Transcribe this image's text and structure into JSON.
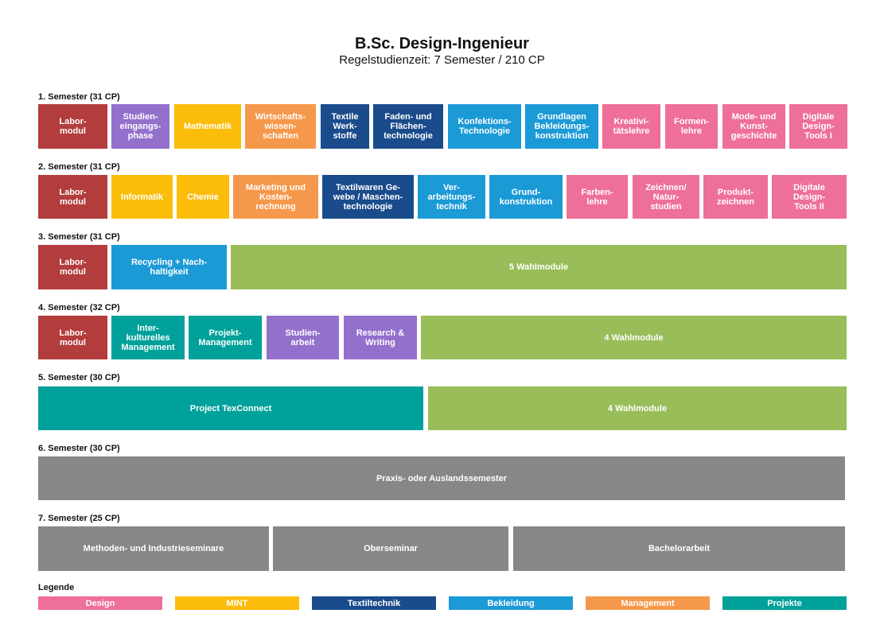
{
  "header": {
    "title": "B.Sc. Design-Ingenieur",
    "subtitle": "Regelstudienzeit: 7 Semester / 210 CP"
  },
  "colors": {
    "labor": "#b33c3c",
    "studienarbeit": "#9370cc",
    "design": "#ee6f9a",
    "mint": "#fbbd0a",
    "textiltechnik": "#1a4b8b",
    "bekleidung": "#1c9ad6",
    "management": "#f5984b",
    "projekte": "#00a19a",
    "wahlmodule": "#99bd59",
    "praxis": "#878787"
  },
  "semesters": [
    {
      "label": "1. Semester (31 CP)",
      "modules": [
        "Labor-\nmodul",
        "Studien-\neingangs-\nphase",
        "Mathematik",
        "Wirtschafts-\nwissen-\nschaften",
        "Textile\nWerk-\nstoffe",
        "Faden- und\nFlächen-\ntechnologie",
        "Konfektions-\nTechnologie",
        "Grundlagen\nBekleidungs-\nkonstruktion",
        "Kreativi-\ntätslehre",
        "Formen-\nlehre",
        "Mode- und\nKunst-\ngeschichte",
        "Digitale\nDesign-\nTools I"
      ]
    },
    {
      "label": "2. Semester (31 CP)",
      "modules": [
        "Labor-\nmodul",
        "Informatik",
        "Chemie",
        "Marketing und\nKosten-\nrechnung",
        "Textilwaren Ge-\nwebe / Maschen-\ntechnologie",
        "Ver-\narbeitungs-\ntechnik",
        "Grund-\nkonstruktion",
        "Farben-\nlehre",
        "Zeichnen/\nNatur-\nstudien",
        "Produkt-\nzeichnen",
        "Digitale\nDesign-\nTools II"
      ]
    },
    {
      "label": "3. Semester (31 CP)",
      "modules": [
        "Labor-\nmodul",
        "Recycling + Nach-\nhaltigkeit",
        "5 Wahlmodule"
      ]
    },
    {
      "label": "4. Semester (32 CP)",
      "modules": [
        "Labor-\nmodul",
        "Inter-\nkulturelles\nManagement",
        "Projekt-\nManagement",
        "Studien-\narbeit",
        "Research &\nWriting",
        "4 Wahlmodule"
      ]
    },
    {
      "label": "5. Semester (30 CP)",
      "modules": [
        "Project TexConnect",
        "4 Wahlmodule"
      ]
    },
    {
      "label": "6. Semester (30 CP)",
      "modules": [
        "Praxis- oder Auslandssemester"
      ]
    },
    {
      "label": "7. Semester (25 CP)",
      "modules": [
        "Methoden- und Industrieseminare",
        "Oberseminar",
        "Bachelorarbeit"
      ]
    }
  ],
  "legend": {
    "title": "Legende",
    "items": [
      "Design",
      "MINT",
      "Textiltechnik",
      "Bekleidung",
      "Management",
      "Projekte"
    ]
  }
}
